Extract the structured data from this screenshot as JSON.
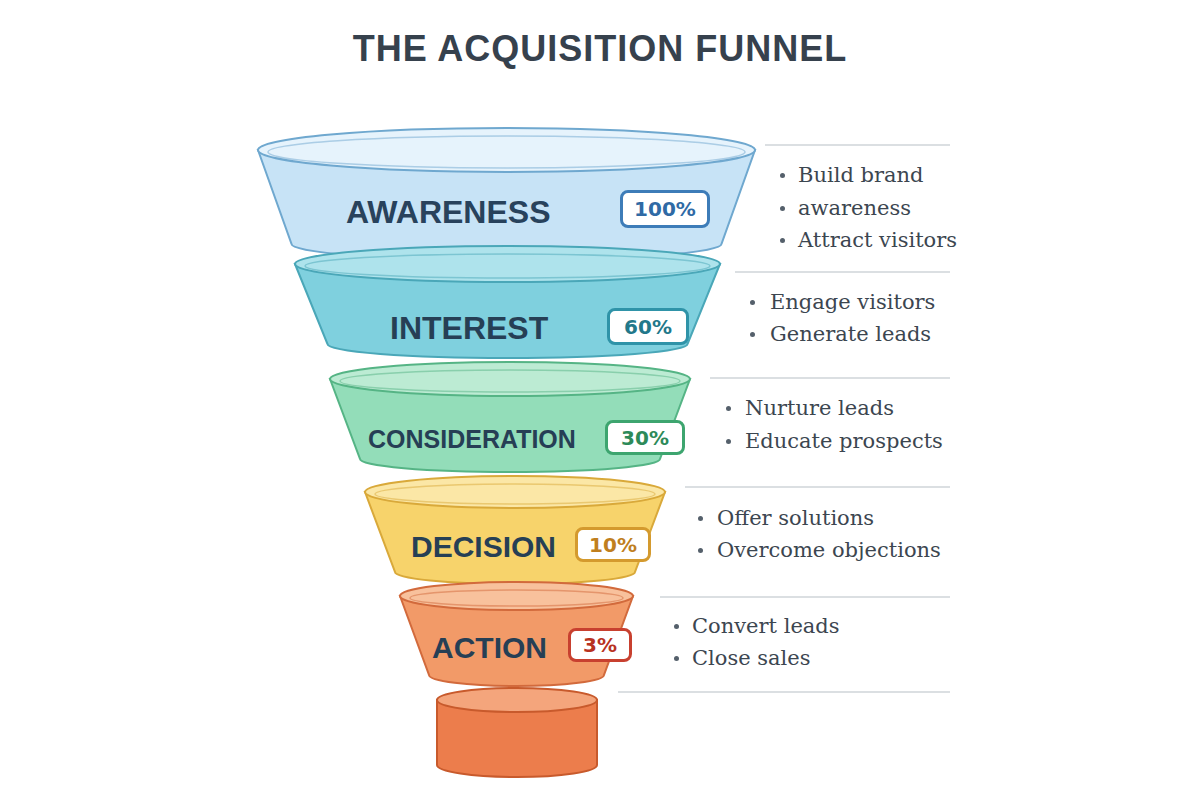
{
  "diagram": {
    "title": "THE ACQUISITION FUNNEL",
    "nodes": [
      {
        "text": [
          "AWARENESS"
        ]
      },
      {
        "text": [
          "100%"
        ],
        "in": 0
      },
      {
        "text": [
          "INTEREST"
        ]
      },
      {
        "text": [
          "60%"
        ],
        "in": 2
      },
      {
        "text": [
          "CONSIDERATION"
        ]
      },
      {
        "text": [
          "30%"
        ],
        "in": 4
      },
      {
        "text": [
          "DECISION"
        ]
      },
      {
        "text": [
          "10%"
        ],
        "in": 6
      },
      {
        "text": [
          "ACTION"
        ]
      },
      {
        "text": [
          "3%"
        ],
        "in": 8
      }
    ],
    "labels": [
      "Build brand",
      "awareness",
      "Attract visitors",
      "Engage visitors",
      "Generate leads",
      "Nurture leads",
      "Educate prospects",
      "Offer solutions",
      "Overcome objections",
      "Convert leads",
      "Close sales"
    ]
  }
}
